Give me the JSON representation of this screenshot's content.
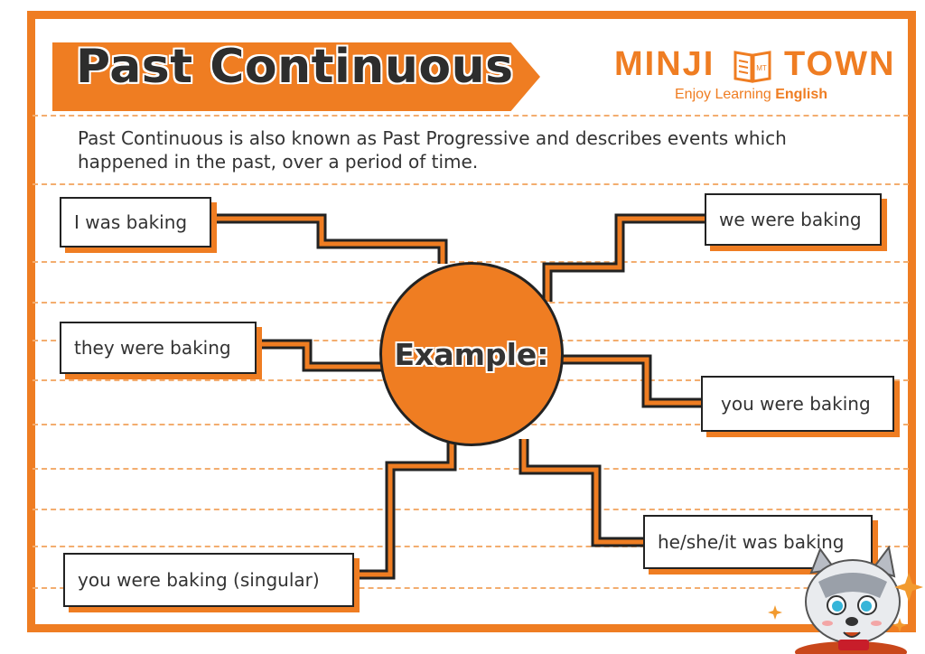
{
  "title": "Past Continuous",
  "logo": {
    "brand_left": "MINJI",
    "brand_right": "TOWN",
    "book_mark": "MT",
    "tagline_prefix": "Enjoy Learning",
    "tagline_strong": "English"
  },
  "description": "Past Continuous is also known as Past Progressive and describes events which happened in the past, over a period of time.",
  "center_label": "Example:",
  "examples": {
    "i_was": "I was baking",
    "we_were": "we were baking",
    "they_were": "they were baking",
    "you_were": "you were baking",
    "he_she_it": "he/she/it was baking",
    "you_singular": "you were baking (singular)"
  },
  "colors": {
    "accent": "#ef7d22",
    "outline": "#222222",
    "text": "#333333"
  },
  "icons": [
    "book-icon",
    "puppy-mascot-icon",
    "sparkle-icon"
  ]
}
